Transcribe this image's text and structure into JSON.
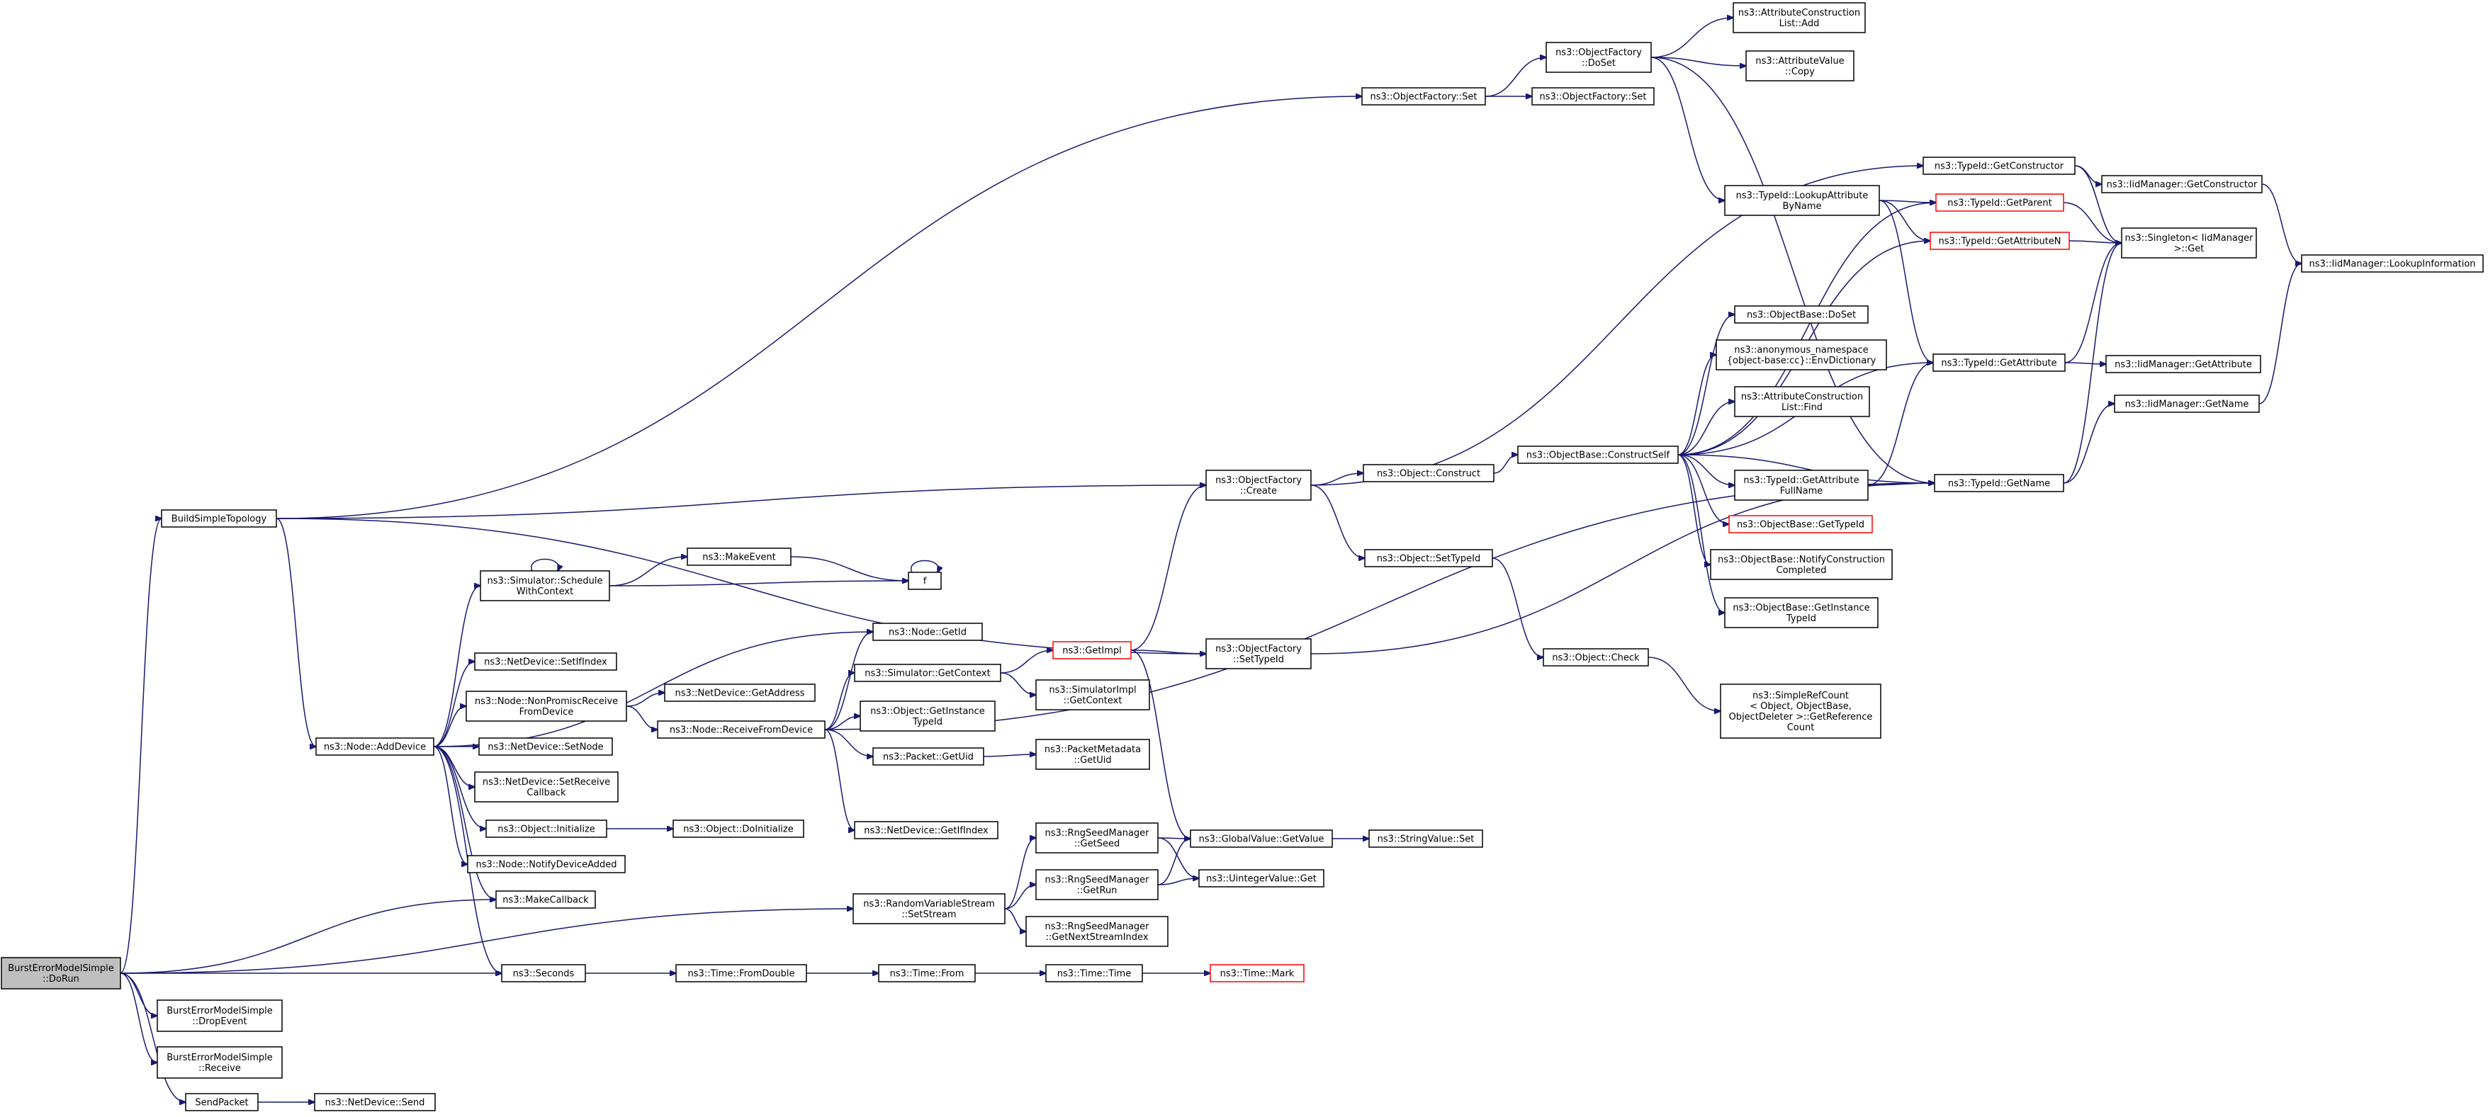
{
  "colors": {
    "edge": "#191970",
    "red_border": "#ff0000",
    "root_fill": "#bfbfbf"
  },
  "nodes": [
    {
      "id": "root",
      "lines": [
        "BurstErrorModelSimple",
        "::DoRun"
      ],
      "style": "root"
    },
    {
      "id": "drop",
      "lines": [
        "BurstErrorModelSimple",
        "::DropEvent"
      ]
    },
    {
      "id": "recv",
      "lines": [
        "BurstErrorModelSimple",
        "::Receive"
      ]
    },
    {
      "id": "sendpkt",
      "lines": [
        "SendPacket"
      ]
    },
    {
      "id": "ndsend",
      "lines": [
        "ns3::NetDevice::Send"
      ]
    },
    {
      "id": "bst",
      "lines": [
        "BuildSimpleTopology"
      ]
    },
    {
      "id": "adddev",
      "lines": [
        "ns3::Node::AddDevice"
      ]
    },
    {
      "id": "seconds",
      "lines": [
        "ns3::Seconds"
      ]
    },
    {
      "id": "makecb",
      "lines": [
        "ns3::MakeCallback"
      ]
    },
    {
      "id": "rvs",
      "lines": [
        "ns3::RandomVariableStream",
        "::SetStream"
      ]
    },
    {
      "id": "ofset",
      "lines": [
        "ns3::ObjectFactory::Set"
      ]
    },
    {
      "id": "ofcreate",
      "lines": [
        "ns3::ObjectFactory",
        "::Create"
      ]
    },
    {
      "id": "ofsettypeid",
      "lines": [
        "ns3::ObjectFactory",
        "::SetTypeId"
      ]
    },
    {
      "id": "schedwc",
      "lines": [
        "ns3::Simulator::Schedule",
        "WithContext"
      ]
    },
    {
      "id": "setifindex",
      "lines": [
        "ns3::NetDevice::SetIfIndex"
      ]
    },
    {
      "id": "nonprom",
      "lines": [
        "ns3::Node::NonPromiscReceive",
        "FromDevice"
      ]
    },
    {
      "id": "setnode",
      "lines": [
        "ns3::NetDevice::SetNode"
      ]
    },
    {
      "id": "setrecvcb",
      "lines": [
        "ns3::NetDevice::SetReceive",
        "Callback"
      ]
    },
    {
      "id": "objinit",
      "lines": [
        "ns3::Object::Initialize"
      ]
    },
    {
      "id": "notifyadd",
      "lines": [
        "ns3::Node::NotifyDeviceAdded"
      ]
    },
    {
      "id": "makeevent",
      "lines": [
        "ns3::MakeEvent"
      ]
    },
    {
      "id": "f",
      "lines": [
        "f"
      ]
    },
    {
      "id": "nodegetid",
      "lines": [
        "ns3::Node::GetId"
      ]
    },
    {
      "id": "getaddr",
      "lines": [
        "ns3::NetDevice::GetAddress"
      ]
    },
    {
      "id": "rfd",
      "lines": [
        "ns3::Node::ReceiveFromDevice"
      ]
    },
    {
      "id": "doinit",
      "lines": [
        "ns3::Object::DoInitialize"
      ]
    },
    {
      "id": "timefd",
      "lines": [
        "ns3::Time::FromDouble"
      ]
    },
    {
      "id": "simgetctx",
      "lines": [
        "ns3::Simulator::GetContext"
      ]
    },
    {
      "id": "objgitid",
      "lines": [
        "ns3::Object::GetInstance",
        "TypeId"
      ]
    },
    {
      "id": "pktgetuid",
      "lines": [
        "ns3::Packet::GetUid"
      ]
    },
    {
      "id": "ndgetif",
      "lines": [
        "ns3::NetDevice::GetIfIndex"
      ]
    },
    {
      "id": "timefrom",
      "lines": [
        "ns3::Time::From"
      ]
    },
    {
      "id": "getimpl",
      "lines": [
        "ns3::GetImpl"
      ],
      "style": "red"
    },
    {
      "id": "siimplctx",
      "lines": [
        "ns3::SimulatorImpl",
        "::GetContext"
      ]
    },
    {
      "id": "pmuid",
      "lines": [
        "ns3::PacketMetadata",
        "::GetUid"
      ]
    },
    {
      "id": "rsmseed",
      "lines": [
        "ns3::RngSeedManager",
        "::GetSeed"
      ]
    },
    {
      "id": "rsmrun",
      "lines": [
        "ns3::RngSeedManager",
        "::GetRun"
      ]
    },
    {
      "id": "rsmnext",
      "lines": [
        "ns3::RngSeedManager",
        "::GetNextStreamIndex"
      ]
    },
    {
      "id": "timetime",
      "lines": [
        "ns3::Time::Time"
      ]
    },
    {
      "id": "gvget",
      "lines": [
        "ns3::GlobalValue::GetValue"
      ]
    },
    {
      "id": "uintget",
      "lines": [
        "ns3::UintegerValue::Get"
      ]
    },
    {
      "id": "timemark",
      "lines": [
        "ns3::Time::Mark"
      ],
      "style": "red"
    },
    {
      "id": "strset",
      "lines": [
        "ns3::StringValue::Set"
      ]
    },
    {
      "id": "objconstruct",
      "lines": [
        "ns3::Object::Construct"
      ]
    },
    {
      "id": "objsettid",
      "lines": [
        "ns3::Object::SetTypeId"
      ]
    },
    {
      "id": "ofdoset",
      "lines": [
        "ns3::ObjectFactory",
        "::DoSet"
      ]
    },
    {
      "id": "ofset2",
      "lines": [
        "ns3::ObjectFactory::Set"
      ]
    },
    {
      "id": "obcs",
      "lines": [
        "ns3::ObjectBase::ConstructSelf"
      ]
    },
    {
      "id": "objcheck",
      "lines": [
        "ns3::Object::Check"
      ]
    },
    {
      "id": "acladd",
      "lines": [
        "ns3::AttributeConstruction",
        "List::Add"
      ]
    },
    {
      "id": "avcopy",
      "lines": [
        "ns3::AttributeValue",
        "::Copy"
      ]
    },
    {
      "id": "tidlab",
      "lines": [
        "ns3::TypeId::LookupAttribute",
        "ByName"
      ]
    },
    {
      "id": "obdoset",
      "lines": [
        "ns3::ObjectBase::DoSet"
      ]
    },
    {
      "id": "envdict",
      "lines": [
        "ns3::anonymous_namespace",
        "{object-base:cc}::EnvDictionary"
      ]
    },
    {
      "id": "aclfind",
      "lines": [
        "ns3::AttributeConstruction",
        "List::Find"
      ]
    },
    {
      "id": "tidgafn",
      "lines": [
        "ns3::TypeId::GetAttribute",
        "FullName"
      ]
    },
    {
      "id": "obgettid",
      "lines": [
        "ns3::ObjectBase::GetTypeId"
      ],
      "style": "red"
    },
    {
      "id": "obnotify",
      "lines": [
        "ns3::ObjectBase::NotifyConstruction",
        "Completed"
      ]
    },
    {
      "id": "obgitid",
      "lines": [
        "ns3::ObjectBase::GetInstance",
        "TypeId"
      ]
    },
    {
      "id": "simplerc",
      "lines": [
        "ns3::SimpleRefCount",
        "< Object, ObjectBase,",
        "ObjectDeleter >::GetReference",
        "Count"
      ]
    },
    {
      "id": "tidgetctor",
      "lines": [
        "ns3::TypeId::GetConstructor"
      ]
    },
    {
      "id": "tidgetparent",
      "lines": [
        "ns3::TypeId::GetParent"
      ],
      "style": "red"
    },
    {
      "id": "tidgetattrn",
      "lines": [
        "ns3::TypeId::GetAttributeN"
      ],
      "style": "red"
    },
    {
      "id": "tidgetattr",
      "lines": [
        "ns3::TypeId::GetAttribute"
      ]
    },
    {
      "id": "tidgetname",
      "lines": [
        "ns3::TypeId::GetName"
      ]
    },
    {
      "id": "iidgetctor",
      "lines": [
        "ns3::IidManager::GetConstructor"
      ]
    },
    {
      "id": "singleton",
      "lines": [
        "ns3::Singleton< IidManager",
        ">::Get"
      ]
    },
    {
      "id": "iidgetattr",
      "lines": [
        "ns3::IidManager::GetAttribute"
      ]
    },
    {
      "id": "iidgetname",
      "lines": [
        "ns3::IidManager::GetName"
      ]
    },
    {
      "id": "iidlookup",
      "lines": [
        "ns3::IidManager::LookupInformation"
      ]
    }
  ]
}
